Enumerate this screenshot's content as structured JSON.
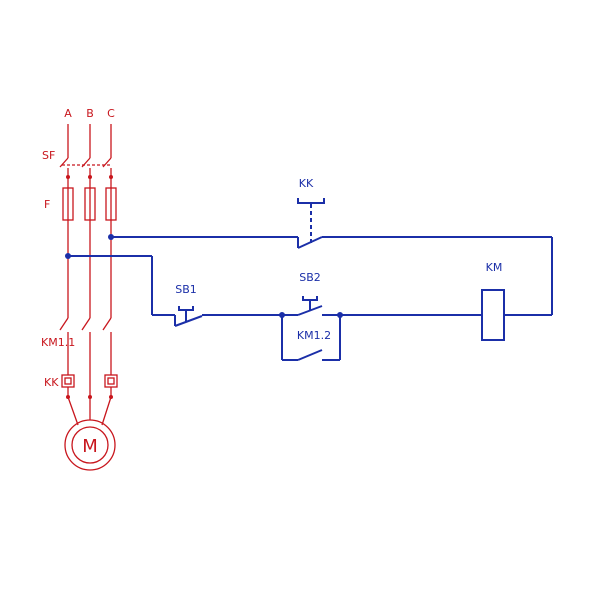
{
  "colors": {
    "power_circuit": "#c8161d",
    "control_circuit": "#1b2fa8",
    "background": "#ffffff"
  },
  "power_circuit": {
    "phases": [
      "A",
      "B",
      "C"
    ],
    "breaker_label": "SF",
    "fuse_label": "F",
    "contactor_main_label": "KM1.1",
    "thermal_relay_label": "KK",
    "motor_label": "M"
  },
  "control_circuit": {
    "thermal_contact_label": "KK",
    "stop_button_label": "SB1",
    "start_button_label": "SB2",
    "hold_contact_label": "KM1.2",
    "coil_label": "KM"
  }
}
